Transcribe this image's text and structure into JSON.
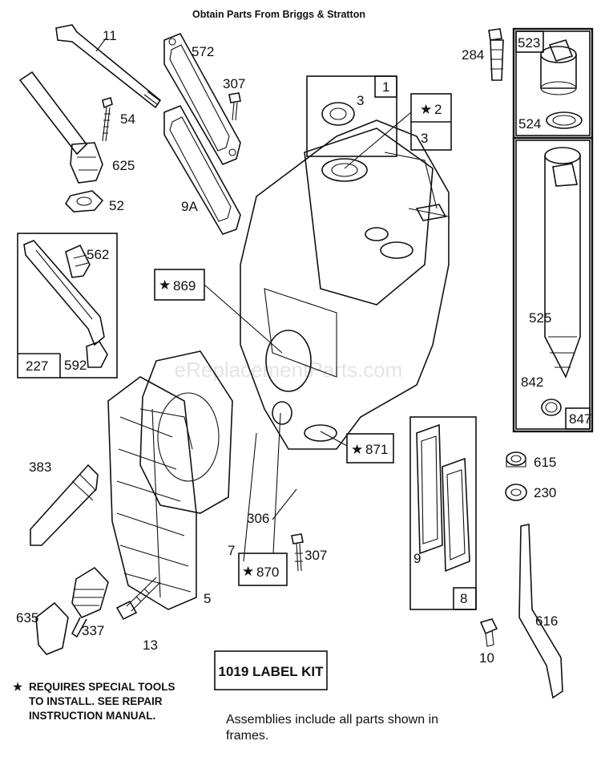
{
  "header": {
    "title": "Obtain Parts From Briggs & Stratton"
  },
  "watermark": "eReplacementParts.com",
  "callouts": {
    "c11": "11",
    "c572": "572",
    "c307a": "307",
    "c54": "54",
    "c625": "625",
    "c52": "52",
    "c9a": "9A",
    "c3": "3",
    "c1": "1",
    "c2": "2",
    "c3b": "3",
    "c284": "284",
    "c523": "523",
    "c524": "524",
    "c562": "562",
    "c227": "227",
    "c592": "592",
    "c869": "869",
    "c525": "525",
    "c842": "842",
    "c847": "847",
    "c871": "871",
    "c383": "383",
    "c306": "306",
    "c615": "615",
    "c230": "230",
    "c9": "9",
    "c7": "7",
    "c870": "870",
    "c307b": "307",
    "c8": "8",
    "c5": "5",
    "c635": "635",
    "c337": "337",
    "c13": "13",
    "c616": "616",
    "c10": "10"
  },
  "star_glyph": "★",
  "label_kit": "1019 LABEL KIT",
  "special_note": {
    "line1": "REQUIRES SPECIAL TOOLS",
    "line2": "TO INSTALL.  SEE REPAIR",
    "line3": "INSTRUCTION MANUAL."
  },
  "footer": {
    "line1": "Assemblies include all parts shown in",
    "line2": "frames."
  }
}
